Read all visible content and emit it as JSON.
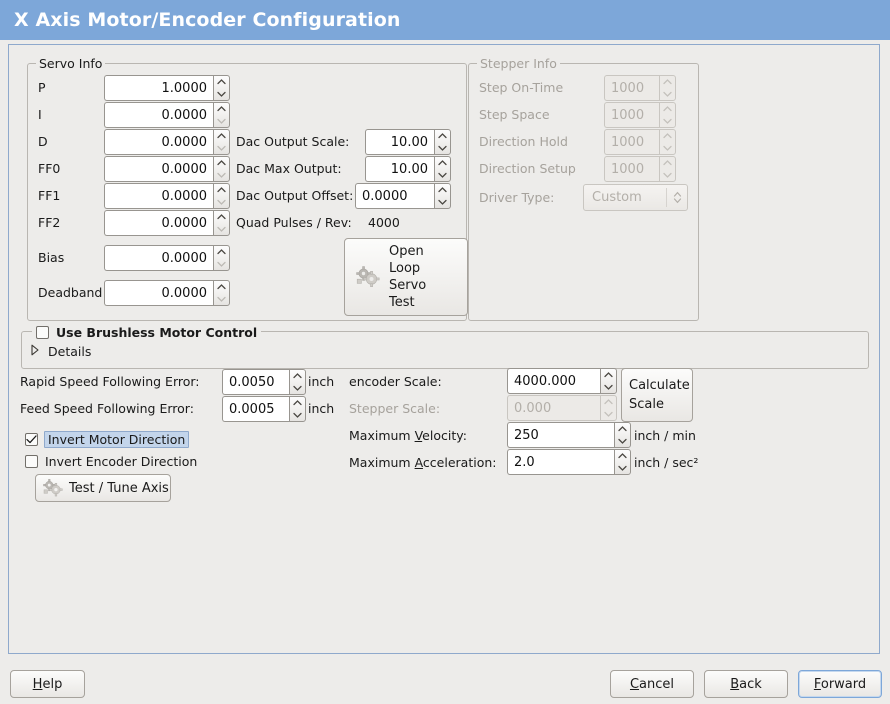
{
  "window": {
    "title": "X Axis Motor/Encoder Configuration",
    "title_bar_color": "#7da7d9",
    "background_color": "#edecea"
  },
  "servo_info": {
    "legend": "Servo Info",
    "enabled": true,
    "rows": [
      {
        "label": "P",
        "value": "1.0000"
      },
      {
        "label": "I",
        "value": "0.0000"
      },
      {
        "label": "D",
        "value": "0.0000"
      },
      {
        "label": "FF0",
        "value": "0.0000"
      },
      {
        "label": "FF1",
        "value": "0.0000"
      },
      {
        "label": "FF2",
        "value": "0.0000"
      },
      {
        "label": "Bias",
        "value": "0.0000"
      },
      {
        "label": "Deadband",
        "value": "0.0000"
      }
    ],
    "dac": {
      "output_scale_label": "Dac Output Scale:",
      "output_scale_value": "10.00",
      "max_output_label": "Dac Max Output:",
      "max_output_value": "10.00",
      "output_offset_label": "Dac Output Offset:",
      "output_offset_value": "0.0000",
      "quad_pulses_label": "Quad Pulses / Rev:",
      "quad_pulses_value": "4000"
    },
    "open_loop_button": {
      "line1": "Open",
      "line2": "Loop",
      "line3": "Servo",
      "line4": "Test",
      "icon": "gears-icon"
    }
  },
  "stepper_info": {
    "legend": "Stepper Info",
    "enabled": false,
    "rows": [
      {
        "label": "Step On-Time",
        "value": "1000"
      },
      {
        "label": "Step Space",
        "value": "1000"
      },
      {
        "label": "Direction Hold",
        "value": "1000"
      },
      {
        "label": "Direction Setup",
        "value": "1000"
      }
    ],
    "driver_type": {
      "label": "Driver Type:",
      "value": "Custom"
    }
  },
  "brushless": {
    "checkbox_label": "Use Brushless Motor Control",
    "checked": false,
    "details_label": "Details",
    "details_expanded": false
  },
  "tuning": {
    "rapid_error_label": "Rapid Speed Following Error:",
    "rapid_error_value": "0.0050",
    "rapid_error_unit": "inch",
    "feed_error_label": "Feed Speed Following Error:",
    "feed_error_value": "0.0005",
    "feed_error_unit": "inch",
    "invert_motor": {
      "label": "Invert Motor Direction",
      "checked": true,
      "focused": true
    },
    "invert_encoder": {
      "label": "Invert Encoder Direction",
      "checked": false,
      "focused": false
    },
    "test_tune_button": {
      "label": "Test / Tune Axis",
      "icon": "gears-icon"
    }
  },
  "scaling": {
    "encoder_scale_label": "encoder Scale:",
    "encoder_scale_value": "4000.000",
    "stepper_scale_label": "Stepper Scale:",
    "stepper_scale_value": "0.000",
    "stepper_scale_enabled": false,
    "max_velocity_label_pre": "Maximum ",
    "max_velocity_label_mnemonic": "V",
    "max_velocity_label_post": "elocity:",
    "max_velocity_value": "250",
    "max_velocity_unit": "inch / min",
    "max_accel_label_pre": "Maximum ",
    "max_accel_label_mnemonic": "A",
    "max_accel_label_post": "cceleration:",
    "max_accel_value": "2.0",
    "max_accel_unit": "inch / sec²",
    "calculate_button_line1": "Calculate",
    "calculate_button_line2": "Scale"
  },
  "actions": {
    "help": {
      "mnemonic": "H",
      "rest": "elp"
    },
    "cancel": {
      "mnemonic": "C",
      "rest": "ancel"
    },
    "back": {
      "mnemonic": "B",
      "rest": "ack"
    },
    "forward": {
      "mnemonic": "F",
      "rest": "orward",
      "focused": true
    }
  }
}
